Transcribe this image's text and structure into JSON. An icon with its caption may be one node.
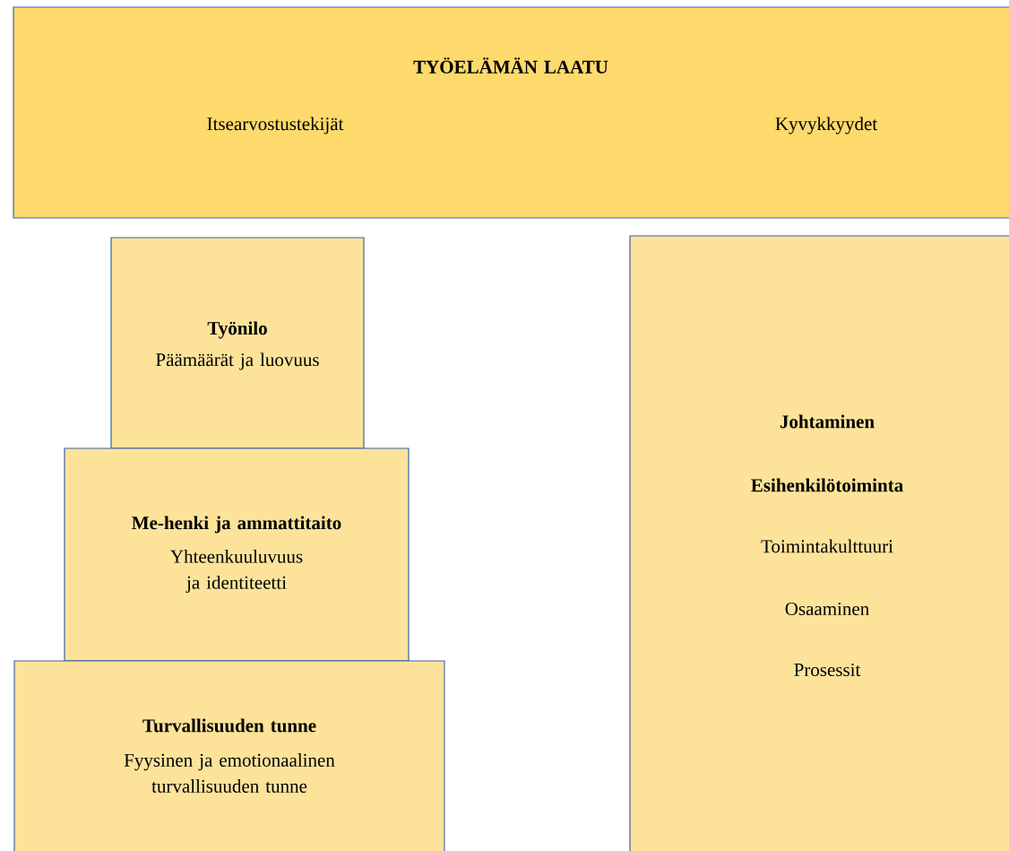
{
  "diagram": {
    "nodes": [
      {
        "text": [
          "TYÖELÄMÄN LAATU",
          "Itsearvostustekijät",
          "Kyvykkyydet"
        ]
      },
      {
        "text": [
          "Työnilo",
          "Päämäärät ja luovuus"
        ]
      },
      {
        "text": [
          "Me-henki ja ammattitaito",
          "Yhteenkuuluvuus ja identiteetti"
        ]
      },
      {
        "text": [
          "Turvallisuuden tunne",
          "Fyysinen ja emotionaalinen turvallisuuden tunne"
        ]
      },
      {
        "text": [
          "Johtaminen",
          "Esihenkilötoiminta",
          "Toimintakulttuuri",
          "Osaaminen",
          "Prosessit"
        ]
      }
    ]
  }
}
